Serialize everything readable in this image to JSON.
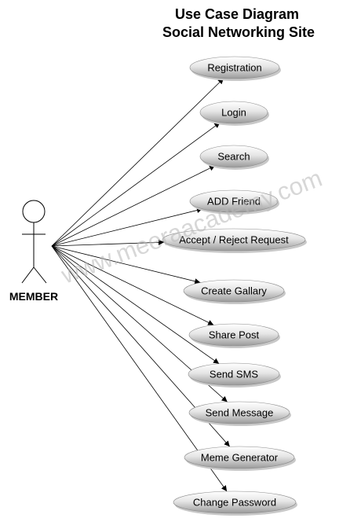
{
  "title": {
    "line1": "Use Case Diagram",
    "line2": "Social Networking Site"
  },
  "actor": {
    "label": "MEMBER"
  },
  "use_cases": [
    {
      "key": "registration",
      "label": "Registration"
    },
    {
      "key": "login",
      "label": "Login"
    },
    {
      "key": "search",
      "label": "Search"
    },
    {
      "key": "add-friend",
      "label": "ADD Friend"
    },
    {
      "key": "accept-reject-request",
      "label": "Accept / Reject Request"
    },
    {
      "key": "create-gallary",
      "label": "Create Gallary"
    },
    {
      "key": "share-post",
      "label": "Share Post"
    },
    {
      "key": "send-sms",
      "label": "Send SMS"
    },
    {
      "key": "send-message",
      "label": "Send Message"
    },
    {
      "key": "meme-generator",
      "label": "Meme Generator"
    },
    {
      "key": "change-password",
      "label": "Change Password"
    }
  ],
  "watermark": "www.meeraacademy.com",
  "colors": {
    "ellipse_fill_light": "#fafafa",
    "ellipse_fill_dark": "#9a9a9a",
    "line": "#000000"
  }
}
